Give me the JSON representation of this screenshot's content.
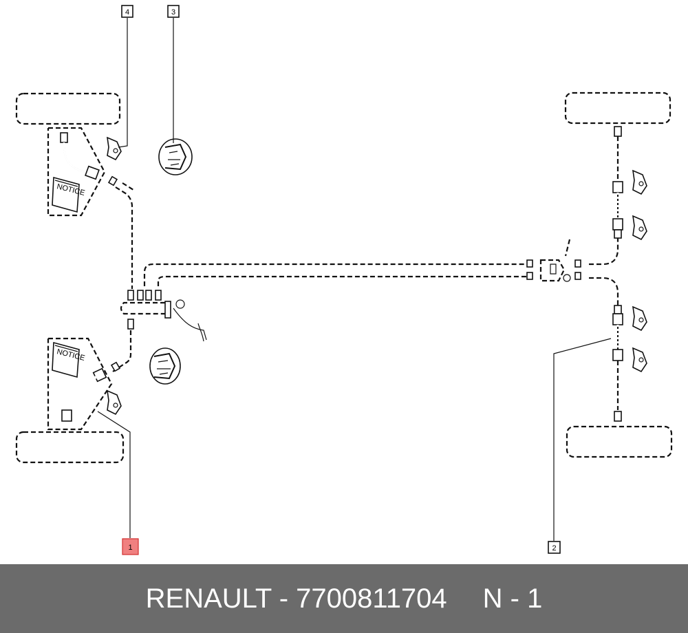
{
  "footer": {
    "part_text": "RENAULT - 7700811704",
    "qty_text": "N - 1"
  },
  "callouts": [
    {
      "id": "callout-1",
      "label": "1",
      "highlighted": true
    },
    {
      "id": "callout-2",
      "label": "2",
      "highlighted": false
    },
    {
      "id": "callout-3",
      "label": "3",
      "highlighted": false
    },
    {
      "id": "callout-4",
      "label": "4",
      "highlighted": false
    }
  ],
  "book_label": "NOTICE",
  "colors": {
    "footer_bg": "#6b6b6b",
    "highlight": "#f08080",
    "line": "#111111"
  }
}
